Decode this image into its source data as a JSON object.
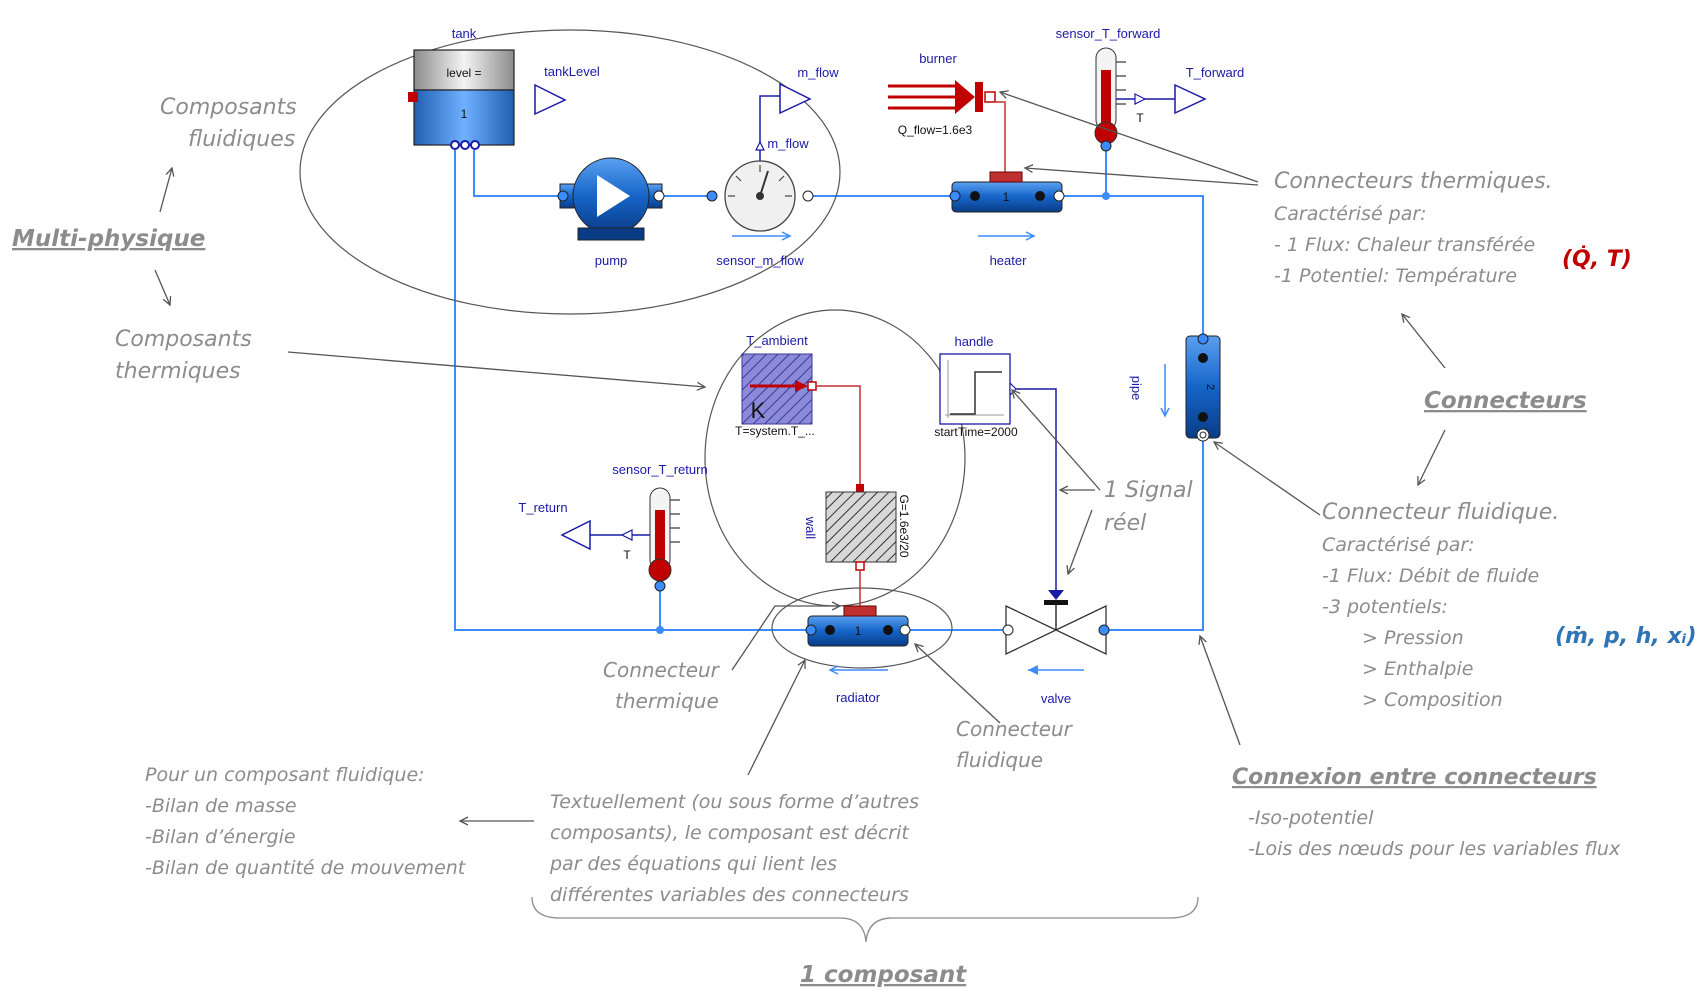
{
  "colors": {
    "fluid": "#3c8cff",
    "component_blue": "#1565c8",
    "signal": "#1a1aa8",
    "heat": "#c03030",
    "annotation": "#8c8c8c",
    "heat_vars": "#c00000",
    "fluid_vars": "#2e75b6"
  },
  "components": {
    "tank": "tank",
    "tank_level": "level =",
    "tank_value": "1",
    "tank_level_out": "tankLevel",
    "pump": "pump",
    "sensor_m_flow": "sensor_m_flow",
    "m_flow_out": "m_flow",
    "m_flow_port": "m_flow",
    "burner": "burner",
    "burner_param": "Q_flow=1.6e3",
    "heater": "heater",
    "heater_value": "1",
    "sensor_T_forward": "sensor_T_forward",
    "T_forward": "T_forward",
    "T_forward_port": "T",
    "pipe": "pipe",
    "pipe_value": "2",
    "T_ambient": "T_ambient",
    "T_ambient_unit": "K",
    "T_ambient_param": "T=system.T_...",
    "handle": "handle",
    "handle_param": "startTime=2000",
    "wall": "wall",
    "wall_param": "G=1.6e3/20",
    "sensor_T_return": "sensor_T_return",
    "T_return": "T_return",
    "T_return_port": "T",
    "radiator": "radiator",
    "radiator_value": "1",
    "valve": "valve"
  },
  "annotations": {
    "composants_fluidiques_1": "Composants",
    "composants_fluidiques_2": "fluidiques",
    "multi_physique": "Multi-physique",
    "composants_thermiques_1": "Composants",
    "composants_thermiques_2": "thermiques",
    "conn_therm_title": "Connecteurs thermiques.",
    "conn_therm_1": "Caractérisé par:",
    "conn_therm_2": "- 1 Flux: Chaleur transférée",
    "conn_therm_3": "-1 Potentiel: Température",
    "heat_vars": "(Q̇, T)",
    "connecteurs": "Connecteurs",
    "conn_fluid_title": "Connecteur fluidique.",
    "conn_fluid_1": "Caractérisé par:",
    "conn_fluid_2": "-1 Flux: Débit de fluide",
    "conn_fluid_3": "-3 potentiels:",
    "conn_fluid_4": "> Pression",
    "conn_fluid_5": "> Enthalpie",
    "conn_fluid_6": "> Composition",
    "fluid_vars": "(ṁ, p, h, xᵢ)",
    "signal_1": "1 Signal",
    "signal_2": "réel",
    "conn_thermique_1": "Connecteur",
    "conn_thermique_2": "thermique",
    "conn_fluidique_1": "Connecteur",
    "conn_fluidique_2": "fluidique",
    "connexion_title": "Connexion entre connecteurs",
    "connexion_1": "-Iso-potentiel",
    "connexion_2": "-Lois des nœuds pour les variables flux",
    "bilan_title": "Pour un composant fluidique:",
    "bilan_1": "-Bilan de masse",
    "bilan_2": "-Bilan d’énergie",
    "bilan_3": "-Bilan de quantité de mouvement",
    "text_1": "Textuellement (ou sous forme d’autres",
    "text_2": "composants), le composant est décrit",
    "text_3": "par des équations qui lient les",
    "text_4": "différentes variables des connecteurs",
    "un_composant": "1 composant"
  }
}
